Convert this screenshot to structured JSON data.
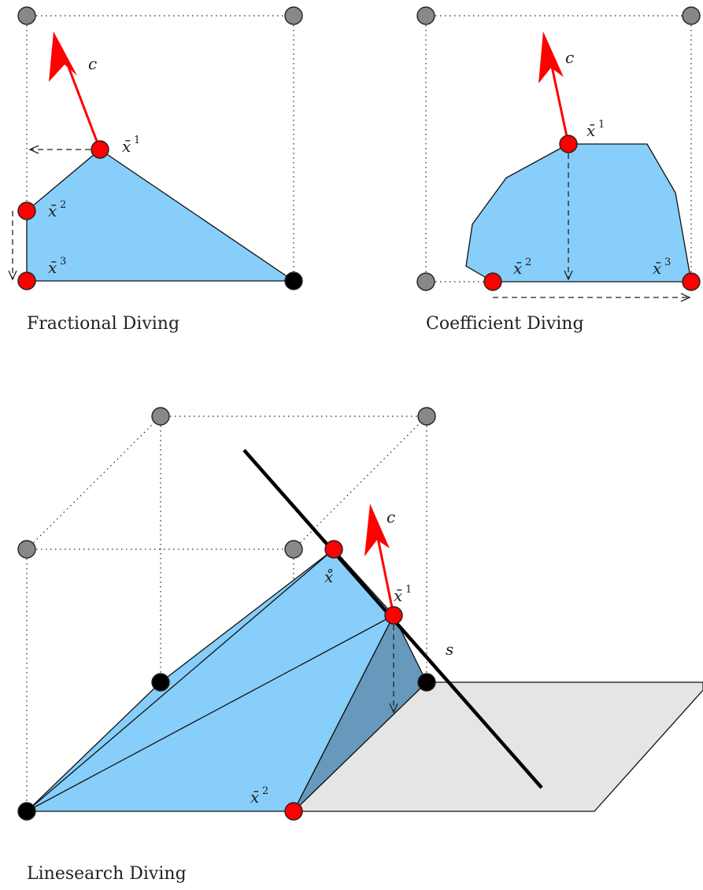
{
  "colors": {
    "polytope": "#87cefa",
    "polytope_dark": "#6699bb",
    "plane": "#e5e5e5",
    "point_red": "#ff0000",
    "point_gray": "#888888",
    "point_black": "#000000",
    "arrow": "#ff0000"
  },
  "panels": {
    "fractional": {
      "caption": "Fractional Diving",
      "c": "c",
      "x": "x̄",
      "sup1": "1",
      "sup2": "2",
      "sup3": "3"
    },
    "coefficient": {
      "caption": "Coefficient Diving",
      "c": "c",
      "x": "x̄",
      "sup1": "1",
      "sup2": "2",
      "sup3": "3"
    },
    "linesearch": {
      "caption": "Linesearch Diving",
      "c": "c",
      "x": "x̄",
      "sup1": "1",
      "sup2": "2",
      "xring": "x̊",
      "s": "s"
    }
  }
}
